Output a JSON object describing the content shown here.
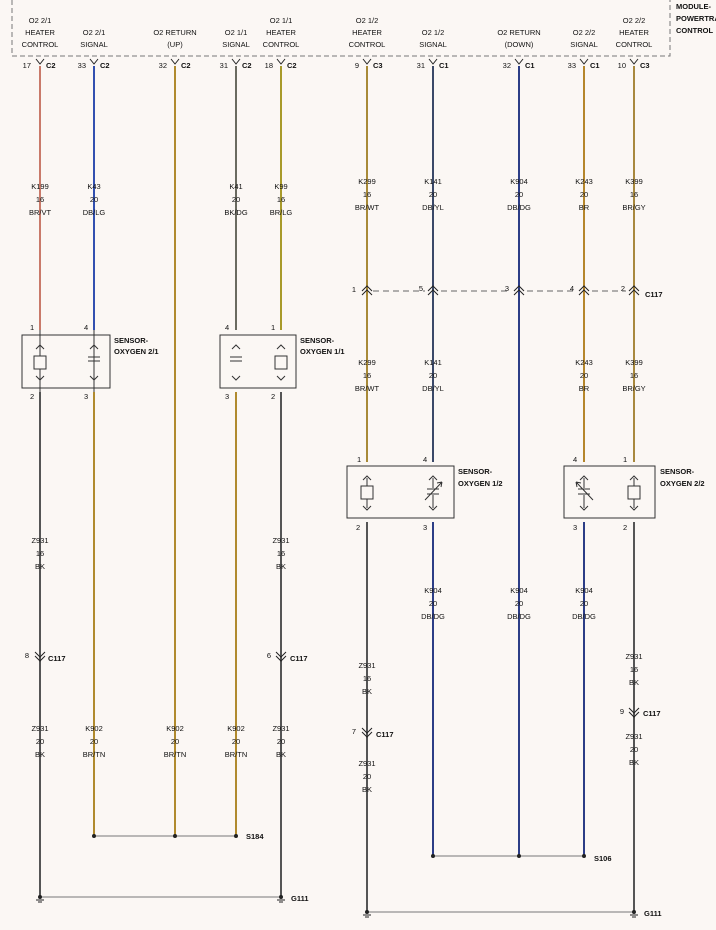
{
  "module": {
    "lines": [
      "MODULE-",
      "POWERTRAIN",
      "CONTROL"
    ]
  },
  "colors": {
    "BR/VT": "#c97a6a",
    "DB/LG": "#3250b0",
    "BR/TN": "#b08a2e",
    "BK/DG": "#6a6a60",
    "BR/LG": "#a89a2a",
    "BR/WT": "#a88a38",
    "DB/YL": "#3a4868",
    "DB/DG": "#2c3d86",
    "BR": "#b5862c",
    "BR/GY": "#a8883e",
    "BK": "#555555"
  },
  "pins_top": [
    {
      "id": "p1",
      "l1": "O2 2/1",
      "l2": "HEATER",
      "l3": "CONTROL",
      "pin": "17",
      "conn": "C2"
    },
    {
      "id": "p2",
      "l1": "O2 2/1",
      "l2": "SIGNAL",
      "l3": "",
      "pin": "33",
      "conn": "C2"
    },
    {
      "id": "p3",
      "l1": "O2 RETURN",
      "l2": "(UP)",
      "l3": "",
      "pin": "32",
      "conn": "C2"
    },
    {
      "id": "p4",
      "l1": "O2 1/1",
      "l2": "SIGNAL",
      "l3": "",
      "pin": "31",
      "conn": "C2"
    },
    {
      "id": "p5",
      "l1": "O2 1/1",
      "l2": "HEATER",
      "l3": "CONTROL",
      "pin": "18",
      "conn": "C2"
    },
    {
      "id": "p6",
      "l1": "O2 1/2",
      "l2": "HEATER",
      "l3": "CONTROL",
      "pin": "9",
      "conn": "C3"
    },
    {
      "id": "p7",
      "l1": "O2 1/2",
      "l2": "SIGNAL",
      "l3": "",
      "pin": "31",
      "conn": "C1"
    },
    {
      "id": "p8",
      "l1": "O2 RETURN",
      "l2": "(DOWN)",
      "l3": "",
      "pin": "32",
      "conn": "C1"
    },
    {
      "id": "p9",
      "l1": "O2 2/2",
      "l2": "SIGNAL",
      "l3": "",
      "pin": "33",
      "conn": "C1"
    },
    {
      "id": "p10",
      "l1": "O2 2/2",
      "l2": "HEATER",
      "l3": "CONTROL",
      "pin": "10",
      "conn": "C3"
    }
  ],
  "wire_labels": [
    {
      "circuit": "K199",
      "gauge": "16",
      "color": "BR/VT"
    },
    {
      "circuit": "K43",
      "gauge": "20",
      "color": "DB/LG"
    },
    {
      "circuit": "K41",
      "gauge": "20",
      "color": "BK/DG"
    },
    {
      "circuit": "K99",
      "gauge": "16",
      "color": "BR/LG"
    },
    {
      "circuit": "K299",
      "gauge": "16",
      "color": "BR/WT"
    },
    {
      "circuit": "K141",
      "gauge": "20",
      "color": "DB/YL"
    },
    {
      "circuit": "K904",
      "gauge": "20",
      "color": "DB/DG"
    },
    {
      "circuit": "K243",
      "gauge": "20",
      "color": "BR"
    },
    {
      "circuit": "K399",
      "gauge": "16",
      "color": "BR/GY"
    },
    {
      "circuit": "K299",
      "gauge": "16",
      "color": "BR/WT"
    },
    {
      "circuit": "K141",
      "gauge": "20",
      "color": "DB/YL"
    },
    {
      "circuit": "K243",
      "gauge": "20",
      "color": "BR"
    },
    {
      "circuit": "K399",
      "gauge": "16",
      "color": "BR/GY"
    },
    {
      "circuit": "Z931",
      "gauge": "16",
      "color": "BK"
    },
    {
      "circuit": "Z931",
      "gauge": "16",
      "color": "BK"
    },
    {
      "circuit": "K904",
      "gauge": "20",
      "color": "DB/DG"
    },
    {
      "circuit": "K904",
      "gauge": "20",
      "color": "DB/DG"
    },
    {
      "circuit": "K904",
      "gauge": "20",
      "color": "DB/DG"
    },
    {
      "circuit": "Z931",
      "gauge": "16",
      "color": "BK"
    },
    {
      "circuit": "Z931",
      "gauge": "16",
      "color": "BK"
    },
    {
      "circuit": "Z931",
      "gauge": "20",
      "color": "BK"
    },
    {
      "circuit": "K902",
      "gauge": "20",
      "color": "BR/TN"
    },
    {
      "circuit": "K902",
      "gauge": "20",
      "color": "BR/TN"
    },
    {
      "circuit": "K902",
      "gauge": "20",
      "color": "BR/TN"
    },
    {
      "circuit": "Z931",
      "gauge": "20",
      "color": "BK"
    },
    {
      "circuit": "Z931",
      "gauge": "20",
      "color": "BK"
    },
    {
      "circuit": "Z931",
      "gauge": "20",
      "color": "BK"
    }
  ],
  "c117": {
    "name": "C117",
    "pins_upper": [
      "1",
      "5",
      "3",
      "4",
      "2"
    ],
    "pins_lower": [
      "8",
      "6",
      "7",
      "9"
    ]
  },
  "sensors": [
    {
      "name1": "SENSOR-",
      "name2": "OXYGEN 2/1",
      "pins": [
        "1",
        "4",
        "2",
        "3"
      ]
    },
    {
      "name1": "SENSOR-",
      "name2": "OXYGEN 1/1",
      "pins": [
        "4",
        "1",
        "3",
        "2"
      ]
    },
    {
      "name1": "SENSOR-",
      "name2": "OXYGEN 1/2",
      "pins": [
        "1",
        "4",
        "2",
        "3"
      ]
    },
    {
      "name1": "SENSOR-",
      "name2": "OXYGEN 2/2",
      "pins": [
        "4",
        "1",
        "3",
        "2"
      ]
    }
  ],
  "splices": {
    "s184": "S184",
    "s106": "S106"
  },
  "grounds": {
    "g1": "G111",
    "g2": "G111"
  }
}
